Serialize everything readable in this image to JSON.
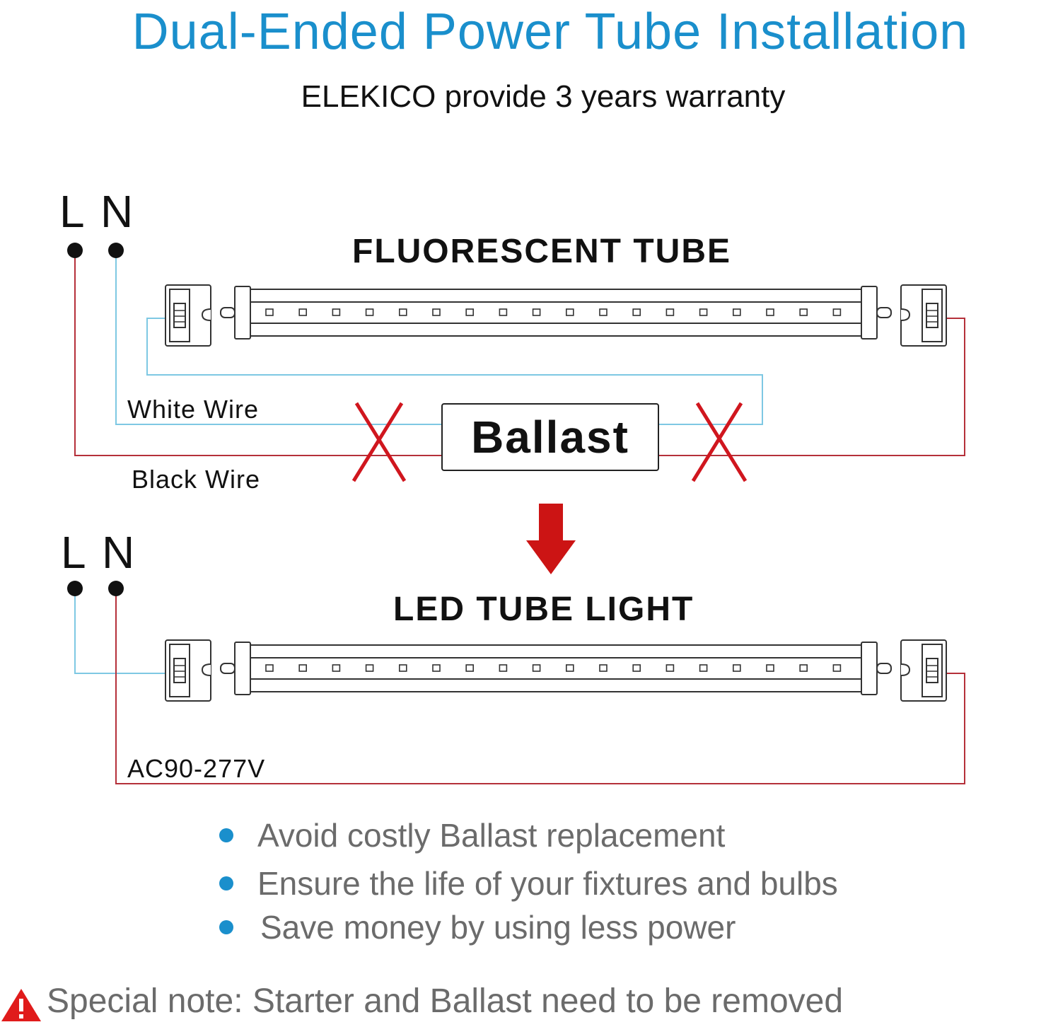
{
  "title": "Dual-Ended Power Tube Installation",
  "subtitle": "ELEKICO provide 3 years warranty",
  "top_diagram": {
    "l_label": "L",
    "n_label": "N",
    "heading": "FLUORESCENT TUBE",
    "white_wire_label": "White Wire",
    "black_wire_label": "Black Wire",
    "ballast_label": "Ballast"
  },
  "bottom_diagram": {
    "l_label": "L",
    "n_label": "N",
    "heading": "LED TUBE LIGHT",
    "voltage_label": "AC90-277V"
  },
  "benefits": [
    "Avoid costly Ballast replacement",
    "Ensure the life of your fixtures and bulbs",
    "Save money by using less power"
  ],
  "special_note": {
    "prefix": "Special note:",
    "text": " Starter and Ballast need to be removed"
  },
  "colors": {
    "title_blue": "#1a8fcc",
    "neutral_wire": "#7ec8e3",
    "live_wire": "#b5303a",
    "cross_red": "#d0161e",
    "arrow_red": "#cc1414",
    "bullet_blue": "#1a8fcc",
    "text_gray": "#6b6b6b"
  }
}
